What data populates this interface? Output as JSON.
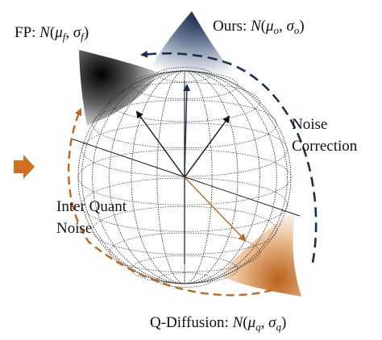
{
  "labels": {
    "fp_prefix": "FP: ",
    "fp_N": "N",
    "fp_open": "(",
    "fp_mu": "μ",
    "fp_mu_sub": "f",
    "fp_comma": ", ",
    "fp_sigma": "σ",
    "fp_sigma_sub": "f",
    "fp_close": ")",
    "ours_prefix": "Ours: ",
    "ours_N": "N",
    "ours_open": "(",
    "ours_mu": "μ",
    "ours_mu_sub": "o",
    "ours_comma": ", ",
    "ours_sigma": "σ",
    "ours_sigma_sub": "o",
    "ours_close": ")",
    "qd_prefix": "Q-Diffusion: ",
    "qd_N": "N",
    "qd_open": "(",
    "qd_mu": "μ",
    "qd_mu_sub": "q",
    "qd_comma": ", ",
    "qd_sigma": "σ",
    "qd_sigma_sub": "q",
    "qd_close": ")",
    "noise_correction_line1": "Noise",
    "noise_correction_line2": "Correction",
    "inter_quant_line1": "Inter Quant",
    "inter_quant_line2": "Noise"
  },
  "colors": {
    "fp_dark": "#0a0a0a",
    "ours_navy": "#1c2f52",
    "qd_orange": "#c0661c",
    "side_arrow": "#cf6f1f",
    "wireframe": "#333333"
  }
}
